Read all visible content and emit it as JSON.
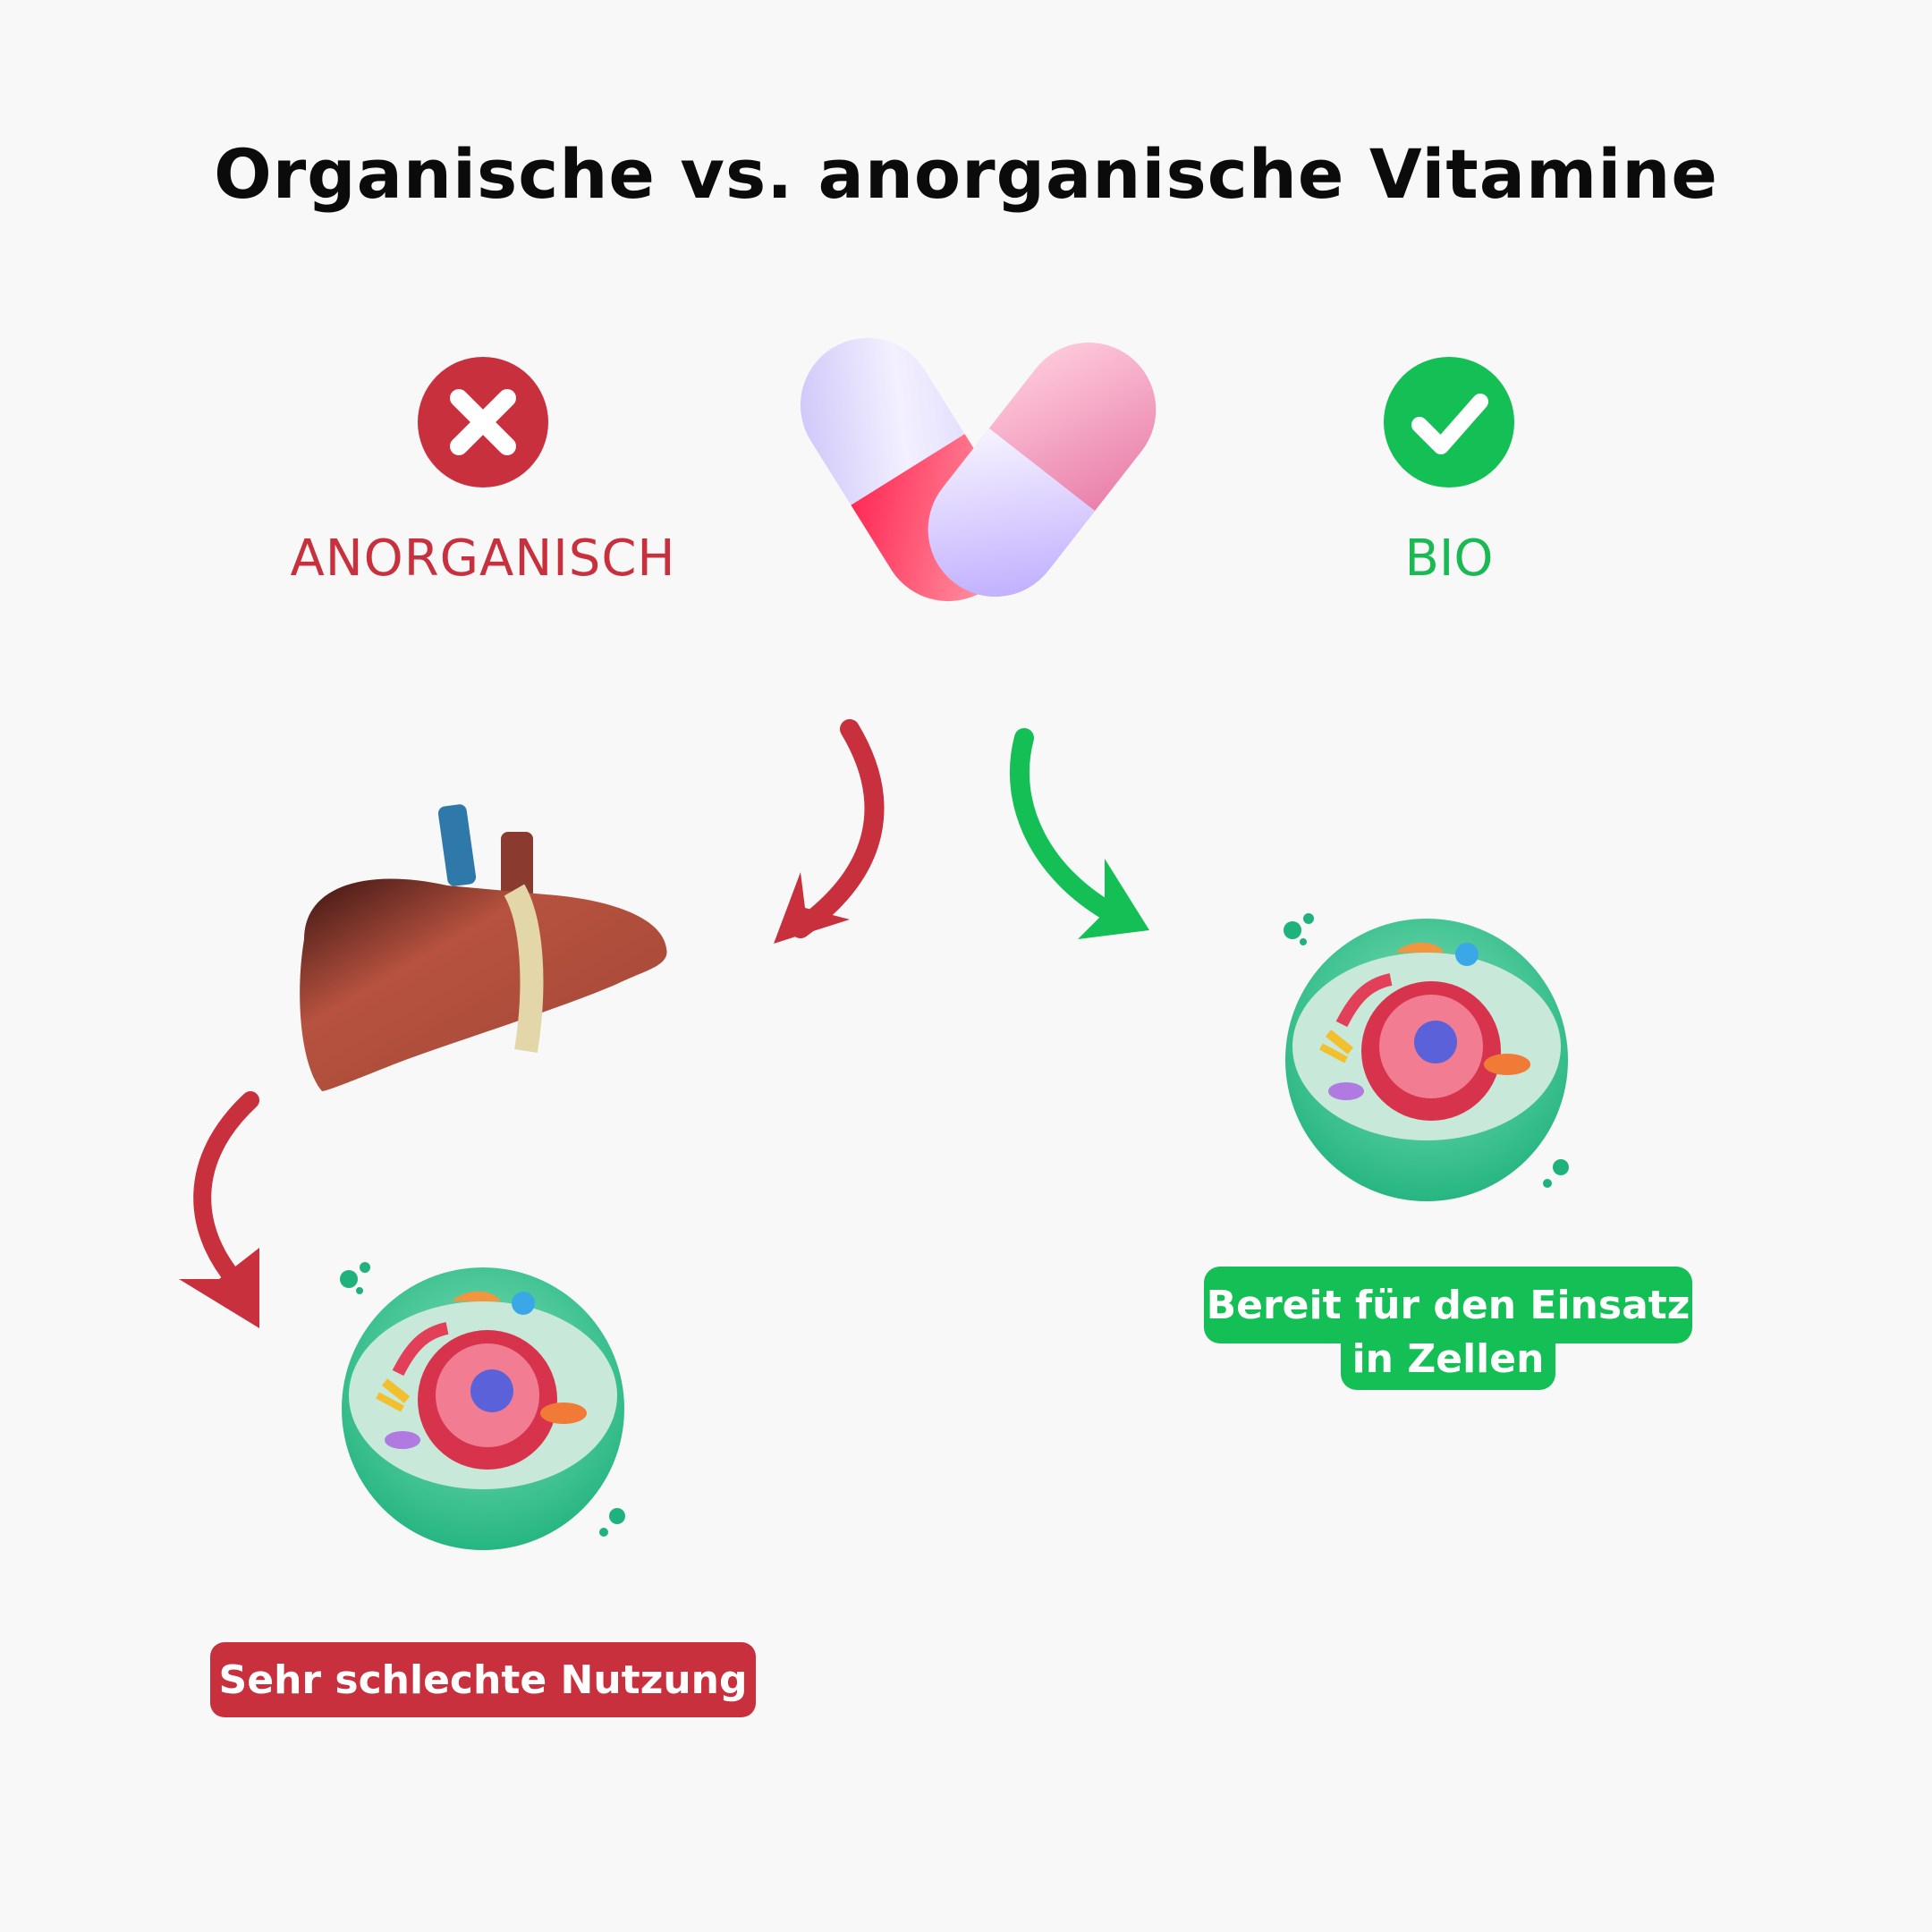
{
  "title": "Organische vs. anorganische Vitamine",
  "left": {
    "label": "ANORGANISCH",
    "icon": "x-circle-icon",
    "color": "#c9303d"
  },
  "right": {
    "label": "BIO",
    "icon": "check-circle-icon",
    "color": "#1ab954"
  },
  "results": {
    "bad": "Sehr schlechte Nutzung",
    "good_line1": "Bereit für den Einsatz",
    "good_line2": "in Zellen"
  }
}
